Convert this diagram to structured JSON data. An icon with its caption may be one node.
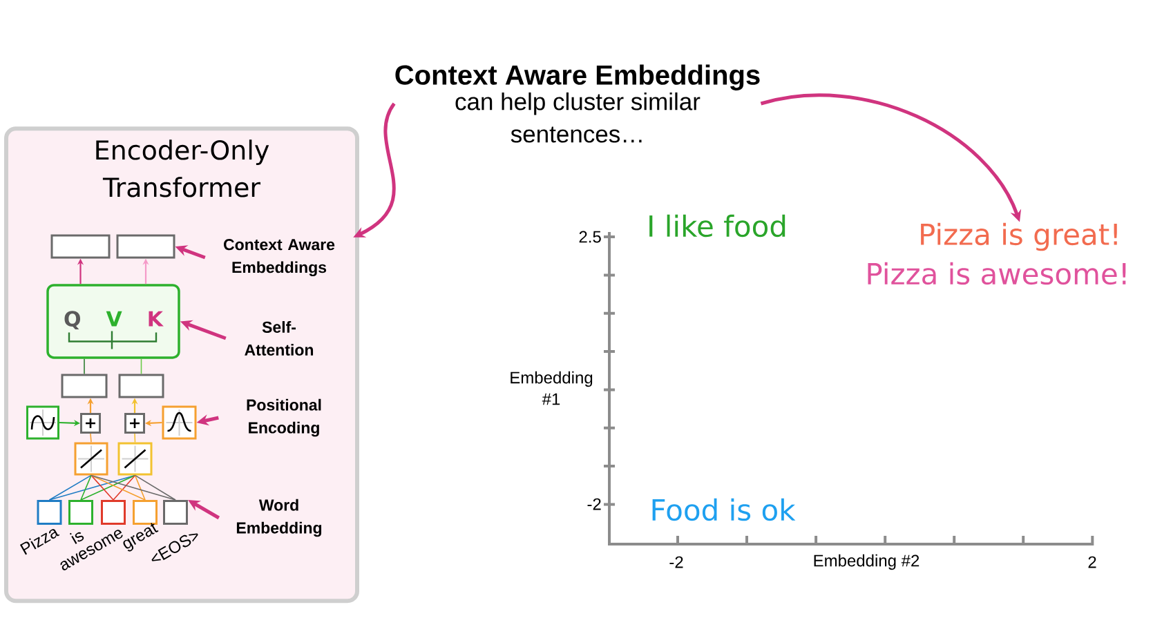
{
  "diagram": {
    "nodes": [
      {
        "text": [
          "Context Aware Embeddings",
          "can help cluster similar sentences…"
        ]
      },
      {
        "text": [
          "Encoder-Only Transformer"
        ]
      },
      {
        "text": [],
        "shape": "box",
        "in": 1
      },
      {
        "text": [],
        "shape": "box",
        "in": 1
      },
      {
        "text": [
          "Context Aware Embeddings"
        ],
        "in": 1
      },
      {
        "text": [
          "Q",
          "V",
          "K"
        ],
        "in": 1
      },
      {
        "text": [
          "Self-Attention"
        ],
        "in": 1
      },
      {
        "text": [],
        "shape": "box",
        "in": 1
      },
      {
        "text": [],
        "shape": "box",
        "in": 1
      },
      {
        "text": [],
        "shape": "picture",
        "in": 1
      },
      {
        "text": [],
        "shape": "box",
        "in": 1
      },
      {
        "text": [],
        "shape": "box",
        "in": 1
      },
      {
        "text": [],
        "shape": "picture",
        "in": 1
      },
      {
        "text": [
          "Positional Encoding"
        ],
        "in": 1
      },
      {
        "text": [],
        "shape": "picture",
        "in": 1
      },
      {
        "text": [],
        "shape": "picture",
        "in": 1
      },
      {
        "text": [],
        "shape": "box",
        "in": 1,
        "beside": [
          "Pizza"
        ]
      },
      {
        "text": [],
        "shape": "box",
        "in": 1,
        "beside": [
          "is"
        ]
      },
      {
        "text": [],
        "shape": "box",
        "in": 1,
        "beside": [
          "awesome"
        ]
      },
      {
        "text": [],
        "shape": "box",
        "in": 1,
        "beside": [
          "great"
        ]
      },
      {
        "text": [],
        "shape": "box",
        "in": 1,
        "beside": [
          "<EOS>"
        ]
      },
      {
        "text": [
          "Word Embedding"
        ],
        "in": 1
      },
      {
        "text": [
          "Pizza is great!"
        ]
      }
    ],
    "edges": [
      {
        "from": 0,
        "to": 4,
        "arrow": "to",
        "style": "thick",
        "color": "#d0347f"
      },
      {
        "from": 0,
        "to": 22,
        "arrow": "to",
        "style": "thick",
        "color": "#d0347f"
      },
      {
        "from": 4,
        "to": 3,
        "arrow": "to",
        "style": "thick",
        "color": "#d0347f"
      },
      {
        "from": 6,
        "to": 5,
        "arrow": "to",
        "style": "thick",
        "color": "#d0347f"
      },
      {
        "from": 13,
        "to": 12,
        "arrow": "to",
        "style": "thick",
        "color": "#d0347f"
      },
      {
        "from": 21,
        "to": 20,
        "arrow": "to",
        "style": "thick",
        "color": "#d0347f"
      },
      {
        "from": 5,
        "to": 2,
        "arrow": "to",
        "color": "#d0347f"
      },
      {
        "from": 5,
        "to": 3,
        "arrow": "to",
        "color": "#f59ac8"
      },
      {
        "from": 7,
        "to": 5,
        "arrow": "none",
        "color": "#2e7d32"
      },
      {
        "from": 8,
        "to": 5,
        "arrow": "none",
        "color": "#6bcb4a"
      },
      {
        "from": 10,
        "to": 7,
        "arrow": "to",
        "color": "#f5a030"
      },
      {
        "from": 11,
        "to": 8,
        "arrow": "to",
        "color": "#f2c230"
      },
      {
        "from": 9,
        "to": 10,
        "arrow": "to",
        "color": "#2db12d"
      },
      {
        "from": 12,
        "to": 11,
        "arrow": "to",
        "color": "#f5a030"
      },
      {
        "from": 14,
        "to": 10,
        "arrow": "none",
        "color": "#f5a030"
      },
      {
        "from": 15,
        "to": 11,
        "arrow": "none",
        "color": "#f2c230"
      },
      {
        "from": 16,
        "to": 14,
        "arrow": "none",
        "color": "#1f7cc4"
      },
      {
        "from": 16,
        "to": 15,
        "arrow": "none",
        "color": "#1f7cc4"
      },
      {
        "from": 17,
        "to": 14,
        "arrow": "none",
        "color": "#2db12d"
      },
      {
        "from": 17,
        "to": 15,
        "arrow": "none",
        "color": "#2db12d"
      },
      {
        "from": 18,
        "to": 14,
        "arrow": "none",
        "color": "#e03a2a"
      },
      {
        "from": 18,
        "to": 15,
        "arrow": "none",
        "color": "#e03a2a"
      },
      {
        "from": 19,
        "to": 14,
        "arrow": "none",
        "color": "#f5a030"
      },
      {
        "from": 19,
        "to": 15,
        "arrow": "none",
        "color": "#f5a030"
      },
      {
        "from": 20,
        "to": 14,
        "arrow": "none",
        "color": "#6a6a6a"
      },
      {
        "from": 20,
        "to": 15,
        "arrow": "none",
        "color": "#6a6a6a"
      }
    ],
    "labels": [
      "I like food",
      "Pizza is awesome!",
      "2.5",
      "Embedding #1",
      "-2",
      "Food is ok",
      "-2",
      "Embedding #2",
      "2"
    ]
  }
}
